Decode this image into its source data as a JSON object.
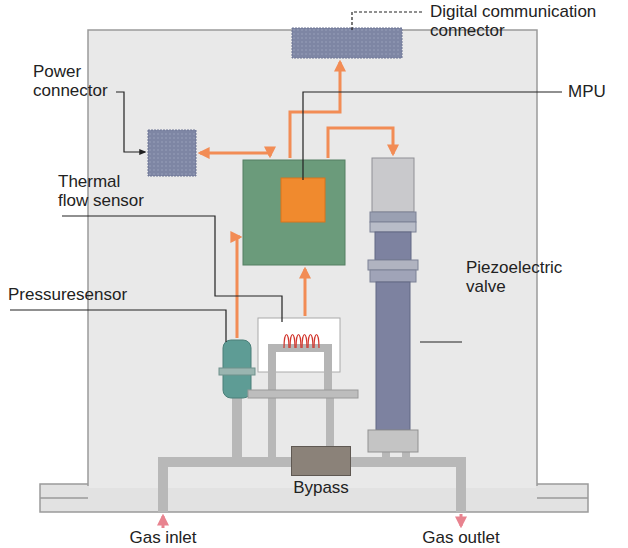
{
  "diagram": {
    "nodes": [
      {
        "text": [
          "Bypass"
        ]
      }
    ],
    "labels": [
      "Digital communication connector",
      "Power connector",
      "MPU",
      "Thermal flow sensor",
      "Pressuresensor",
      "Piezoelectric valve",
      "Gas inlet",
      "Gas outlet"
    ]
  }
}
